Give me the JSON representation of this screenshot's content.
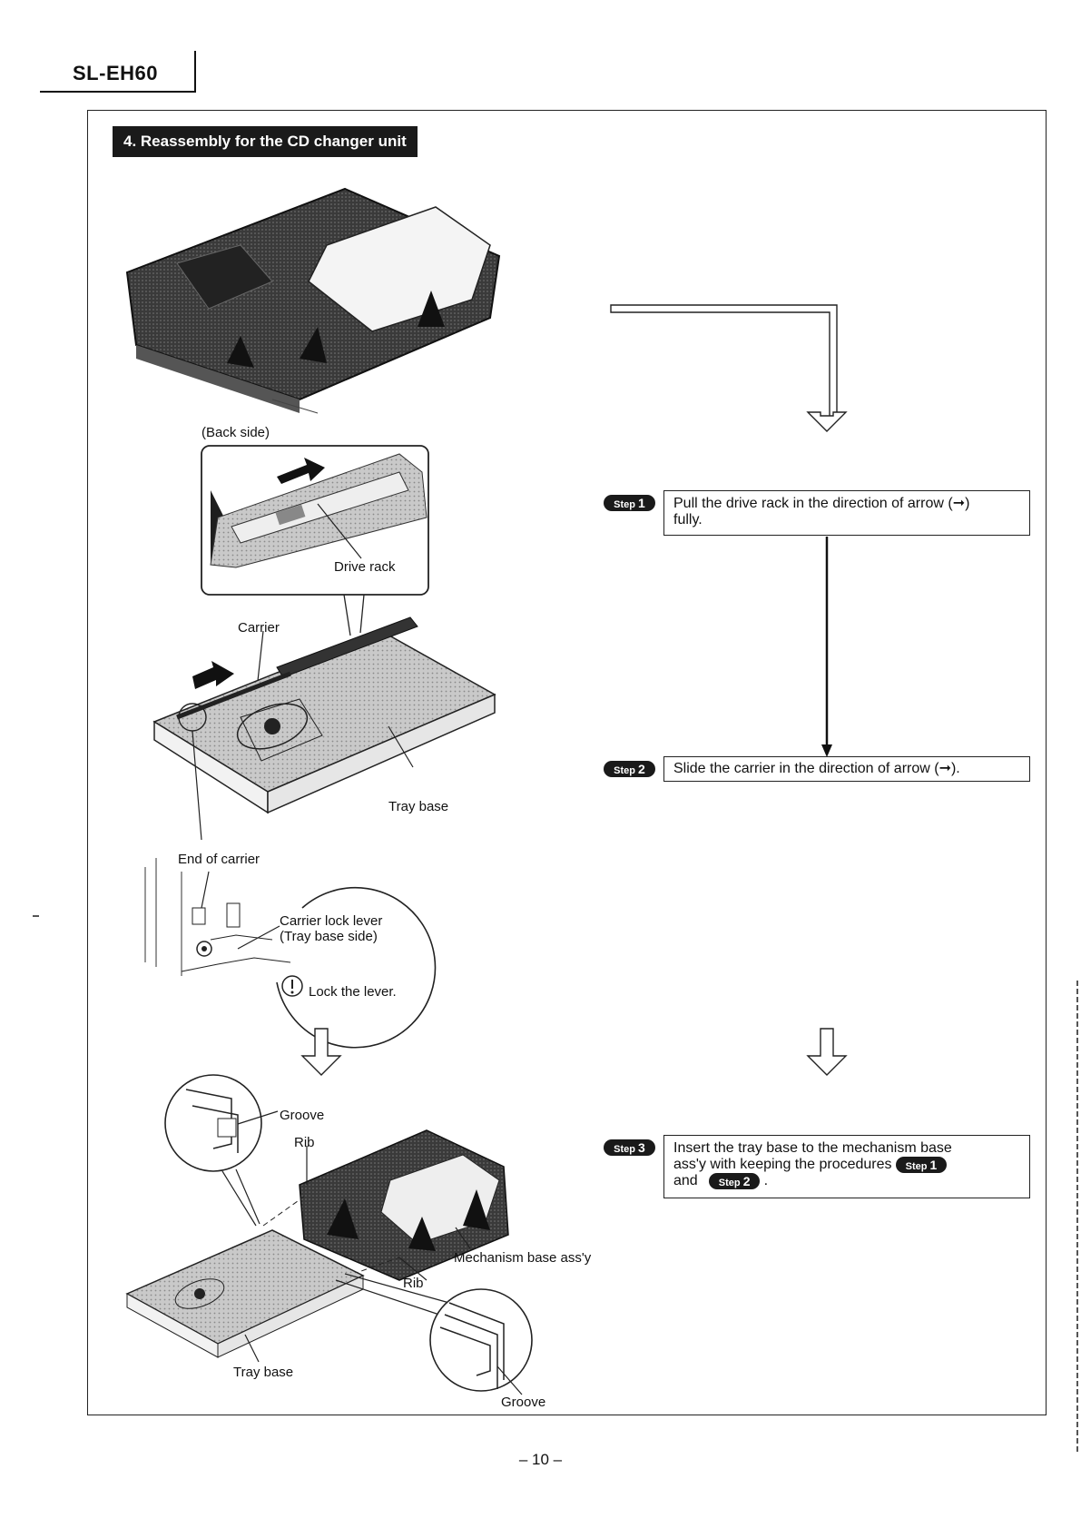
{
  "header": {
    "model": "SL-EH60"
  },
  "section": {
    "title": "4. Reassembly for the CD changer unit"
  },
  "figure_labels": {
    "back_side": "(Back side)",
    "drive_rack": "Drive rack",
    "carrier": "Carrier",
    "tray_base_1": "Tray base",
    "end_of_carrier": "End of carrier",
    "carrier_lock_lever": "Carrier lock lever",
    "tray_base_side": "(Tray base side)",
    "lock_the_lever": "Lock the lever.",
    "groove_1": "Groove",
    "rib_1": "Rib",
    "mechanism_base": "Mechanism base ass'y",
    "rib_2": "Rib",
    "tray_base_2": "Tray base",
    "groove_2": "Groove"
  },
  "steps": [
    {
      "badge": "Step",
      "number": "1",
      "text": "Pull the drive rack in the direction of arrow (➞)",
      "text_line2": "fully."
    },
    {
      "badge": "Step",
      "number": "2",
      "text": "Slide the carrier in the direction of arrow (➞)."
    },
    {
      "badge": "Step",
      "number": "3",
      "text": "Insert the tray base to the mechanism base",
      "text_line2": "ass'y with keeping the procedures",
      "text_and": "and",
      "text_end": "."
    }
  ],
  "footer": {
    "page_number": "– 10 –"
  },
  "colors": {
    "ink": "#111111",
    "badge": "#1a1a1a",
    "paper": "#ffffff"
  },
  "icons": [
    "arrow-down-icon",
    "caution-icon",
    "arrow-right-icon"
  ]
}
